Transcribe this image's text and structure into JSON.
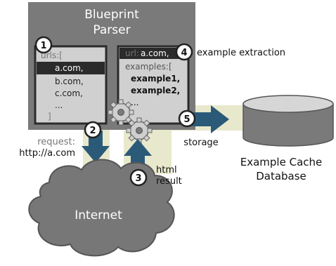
{
  "parser": {
    "title_line1": "Blueprint",
    "title_line2": "Parser"
  },
  "steps": {
    "s1": "1",
    "s2": "2",
    "s3": "3",
    "s4": "4",
    "s5": "5"
  },
  "left_panel": {
    "header": "urls:[",
    "items": [
      "a.com,",
      "b.com,",
      "c.com,",
      "..."
    ],
    "selected_index": 0,
    "footer": "]"
  },
  "right_panel": {
    "url_prefix": "url:",
    "url_value": "a.com,",
    "examples_header": "examples:[",
    "examples": [
      "example1,",
      "example2,",
      "..."
    ]
  },
  "labels": {
    "example_extraction": "example extraction",
    "request_line1": "request:",
    "request_line2": "http://a.com",
    "html_line1": "html",
    "html_line2": "result",
    "storage": "storage",
    "database_line1": "Example Cache",
    "database_line2": "Database",
    "internet": "Internet"
  },
  "colors": {
    "parser_bg": "#7a7a7a",
    "panel_bg": "#d0d0d0",
    "selected_bg": "#2b2b2b",
    "arrow": "#2b5a78",
    "flow_band": "#e8e8cc",
    "cloud": "#777777"
  }
}
